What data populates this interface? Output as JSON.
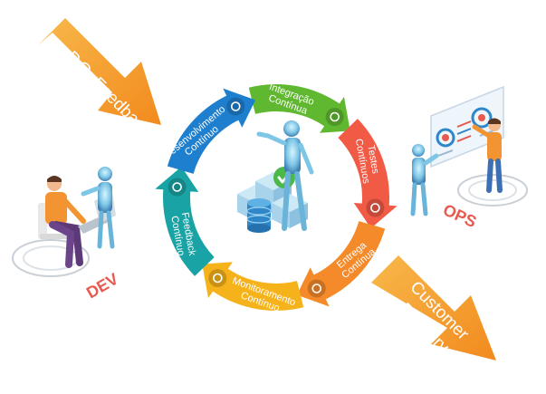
{
  "diagram": {
    "cycle_stages": [
      {
        "label_lines": [
          "Integração",
          "Contínua"
        ],
        "color": "#5fb830",
        "icon": "gear-icon"
      },
      {
        "label_lines": [
          "Testes",
          "Contínuos"
        ],
        "color": "#f15a45",
        "icon": "test-icon"
      },
      {
        "label_lines": [
          "Entrega",
          "Contínua"
        ],
        "color": "#f58a2a",
        "icon": "delivery-icon"
      },
      {
        "label_lines": [
          "Monitoramento",
          "Contínuo"
        ],
        "color": "#f6b21a",
        "icon": "monitor-icon"
      },
      {
        "label_lines": [
          "Feedback",
          "Contínuo"
        ],
        "color": "#1aa3a4",
        "icon": "feedback-icon"
      },
      {
        "label_lines": [
          "Desenvolvimento",
          "Contínuo"
        ],
        "color": "#1f7fcf",
        "icon": "code-icon"
      }
    ],
    "input_arrow": {
      "label": "P.O. Feedback",
      "color": "#f6a12a"
    },
    "output_arrow": {
      "label_lines": [
        "Customer",
        "Delivery"
      ],
      "color": "#f6a12a"
    },
    "dev_tag": {
      "label": "DEV",
      "color": "#e85a4f"
    },
    "ops_tag": {
      "label": "OPS",
      "color": "#e85a4f"
    },
    "center_icon": "database-check-icon"
  }
}
